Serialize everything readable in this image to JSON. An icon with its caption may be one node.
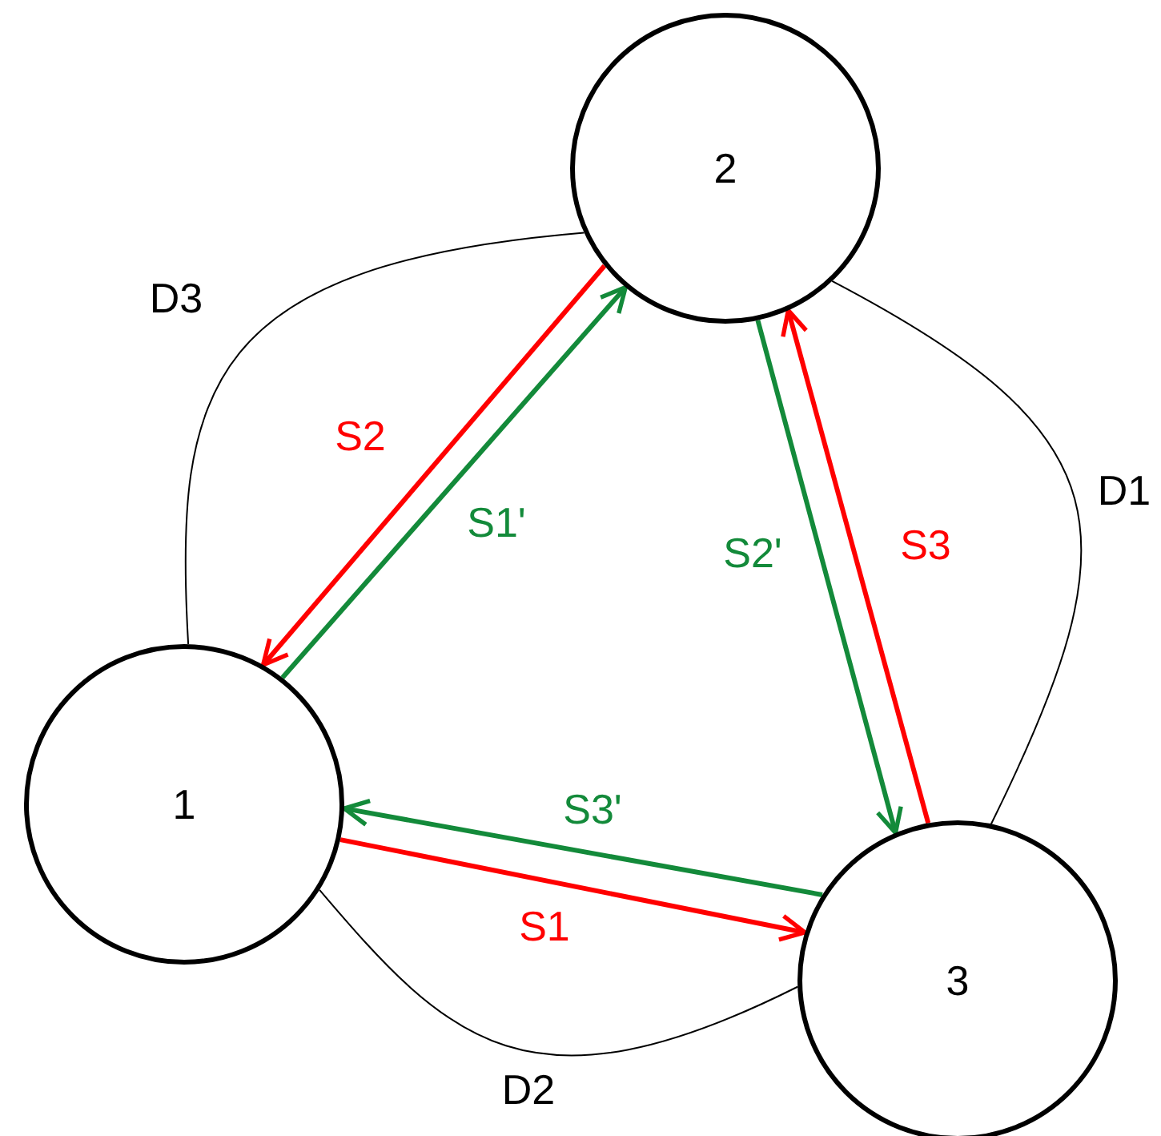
{
  "diagram": {
    "nodes": [
      {
        "text": [
          "1"
        ]
      },
      {
        "text": [
          "2"
        ]
      },
      {
        "text": [
          "3"
        ]
      }
    ],
    "edges": [
      {
        "from": 0,
        "to": 2,
        "arrow": "to",
        "label": "S1",
        "color": "#ff0000"
      },
      {
        "from": 2,
        "to": 0,
        "arrow": "to",
        "label": "S3'",
        "color": "#138a3a"
      },
      {
        "from": 1,
        "to": 0,
        "arrow": "to",
        "label": "S2",
        "color": "#ff0000"
      },
      {
        "from": 0,
        "to": 1,
        "arrow": "to",
        "label": "S1'",
        "color": "#138a3a"
      },
      {
        "from": 1,
        "to": 2,
        "arrow": "to",
        "label": "S2'",
        "color": "#138a3a"
      },
      {
        "from": 2,
        "to": 1,
        "arrow": "to",
        "label": "S3",
        "color": "#ff0000"
      },
      {
        "from": 0,
        "to": 1,
        "arrow": "none",
        "label": "D3",
        "color": "#000000"
      },
      {
        "from": 1,
        "to": 2,
        "arrow": "none",
        "label": "D1",
        "color": "#000000"
      },
      {
        "from": 0,
        "to": 2,
        "arrow": "none",
        "label": "D2",
        "color": "#000000"
      }
    ]
  }
}
